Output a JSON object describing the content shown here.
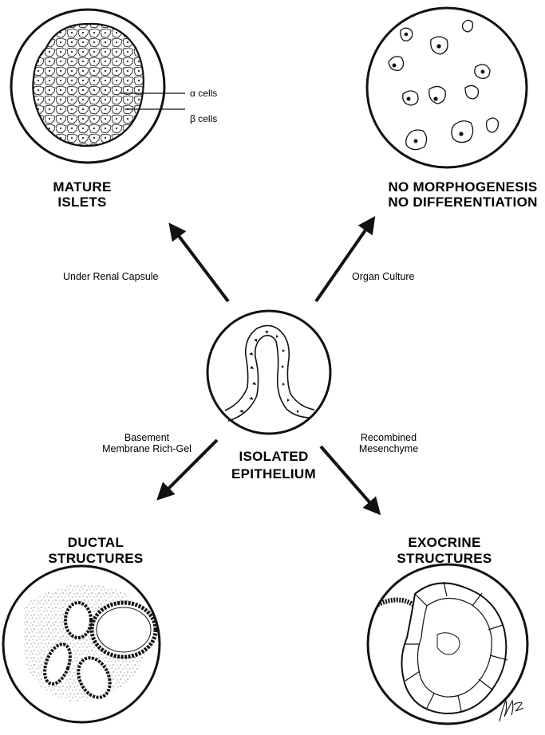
{
  "colors": {
    "ink": "#111111",
    "background": "#ffffff"
  },
  "center": {
    "title_line1": "ISOLATED",
    "title_line2": "EPITHELIUM"
  },
  "top_left": {
    "title_line1": "MATURE",
    "title_line2": "ISLETS",
    "annotation_alpha": "α cells",
    "annotation_beta": "β cells",
    "arrow_label": "Under Renal Capsule"
  },
  "top_right": {
    "title_line1": "NO MORPHOGENESIS",
    "title_line2": "NO DIFFERENTIATION",
    "arrow_label": "Organ Culture"
  },
  "bottom_left": {
    "title_line1": "DUCTAL",
    "title_line2": "STRUCTURES",
    "arrow_label_line1": "Basement",
    "arrow_label_line2": "Membrane Rich-Gel"
  },
  "bottom_right": {
    "title_line1": "EXOCRINE",
    "title_line2": "STRUCTURES",
    "arrow_label_line1": "Recombined",
    "arrow_label_line2": "Mesenchyme"
  },
  "icons": {
    "islet": "mature-islet-icon",
    "dispersed_cells": "dispersed-cells-icon",
    "epithelium": "epithelium-icon",
    "ducts": "ductal-structures-icon",
    "acini": "exocrine-acini-icon"
  }
}
